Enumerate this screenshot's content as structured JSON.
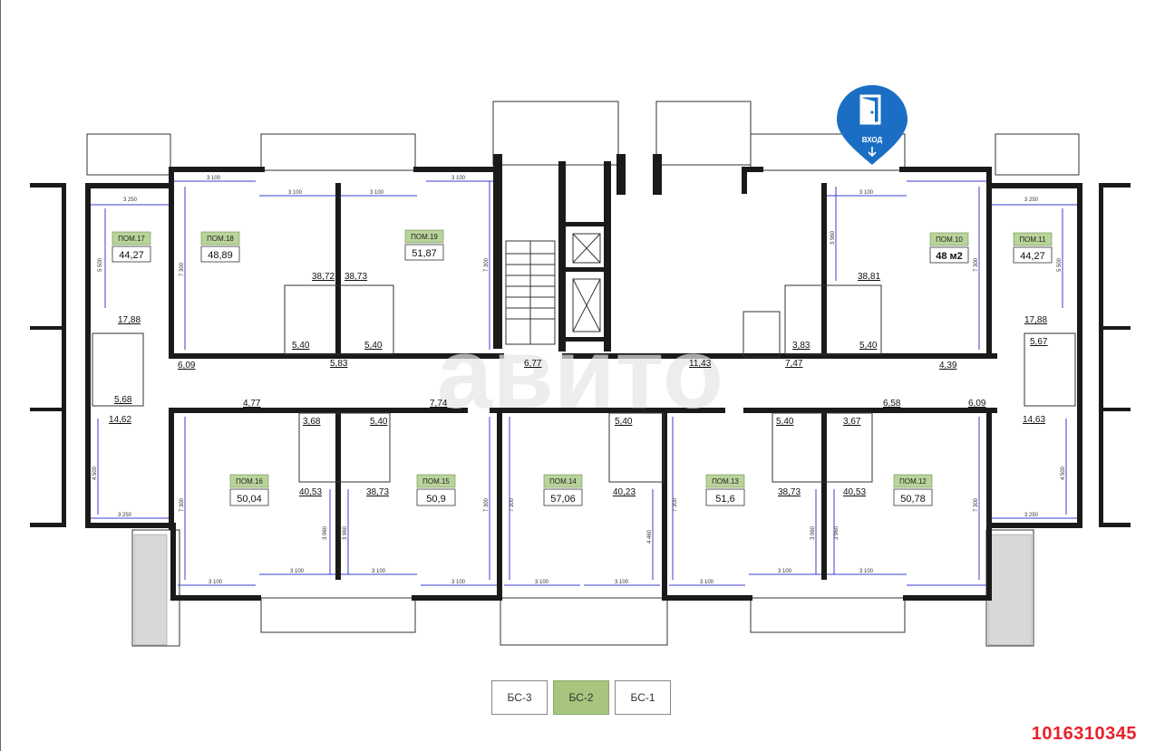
{
  "rooms": [
    {
      "tag": "ПОМ.17",
      "area": "44,27"
    },
    {
      "tag": "ПОМ.18",
      "area": "48,89"
    },
    {
      "tag": "ПОМ.19",
      "area": "51,87"
    },
    {
      "tag": "ПОМ.10",
      "area": "48 м2"
    },
    {
      "tag": "ПОМ.11",
      "area": "44,27"
    },
    {
      "tag": "ПОМ.16",
      "area": "50,04"
    },
    {
      "tag": "ПОМ.15",
      "area": "50,9"
    },
    {
      "tag": "ПОМ.14",
      "area": "57,06"
    },
    {
      "tag": "ПОМ.13",
      "area": "51,6"
    },
    {
      "tag": "ПОМ.12",
      "area": "50,78"
    }
  ],
  "sub_areas": [
    "38,72",
    "38,73",
    "38,81",
    "17,88",
    "17,88",
    "5,40",
    "5,40",
    "3,83",
    "5,40",
    "6,09",
    "5,83",
    "6,77",
    "11,43",
    "7,47",
    "4,39",
    "5,67",
    "5,68",
    "4,77",
    "7,74",
    "6,58",
    "6,09",
    "14,62",
    "3,68",
    "5,40",
    "5,40",
    "5,40",
    "3,67",
    "14,63",
    "40,53",
    "38,73",
    "40,23",
    "38,73",
    "40,53"
  ],
  "dimensions": [
    "3 250",
    "3 100",
    "3 100",
    "3 100",
    "3 100",
    "3 100",
    "3 250",
    "5 500",
    "7 300",
    "7 300",
    "3 960",
    "7 300",
    "5 500",
    "4 500",
    "7 300",
    "3 960",
    "3 960",
    "7 300",
    "7 300",
    "4 460",
    "7 300",
    "3 960",
    "3 960",
    "7 300",
    "4 500",
    "3 250",
    "3 100",
    "3 100",
    "3 100",
    "3 100",
    "3 100",
    "3 100",
    "3 100",
    "3 100",
    "3 100",
    "3 250"
  ],
  "entrance": {
    "label": "ВХОД",
    "color": "#1a6fc4"
  },
  "watermark": "авито",
  "sections": [
    {
      "label": "БС-3",
      "active": false
    },
    {
      "label": "БС-2",
      "active": true
    },
    {
      "label": "БС-1",
      "active": false
    }
  ],
  "listing_id": "1016310345",
  "colors": {
    "room_tag": "#b9d49a",
    "active_section": "#a7c57e",
    "listing_id": "#e8202a"
  }
}
